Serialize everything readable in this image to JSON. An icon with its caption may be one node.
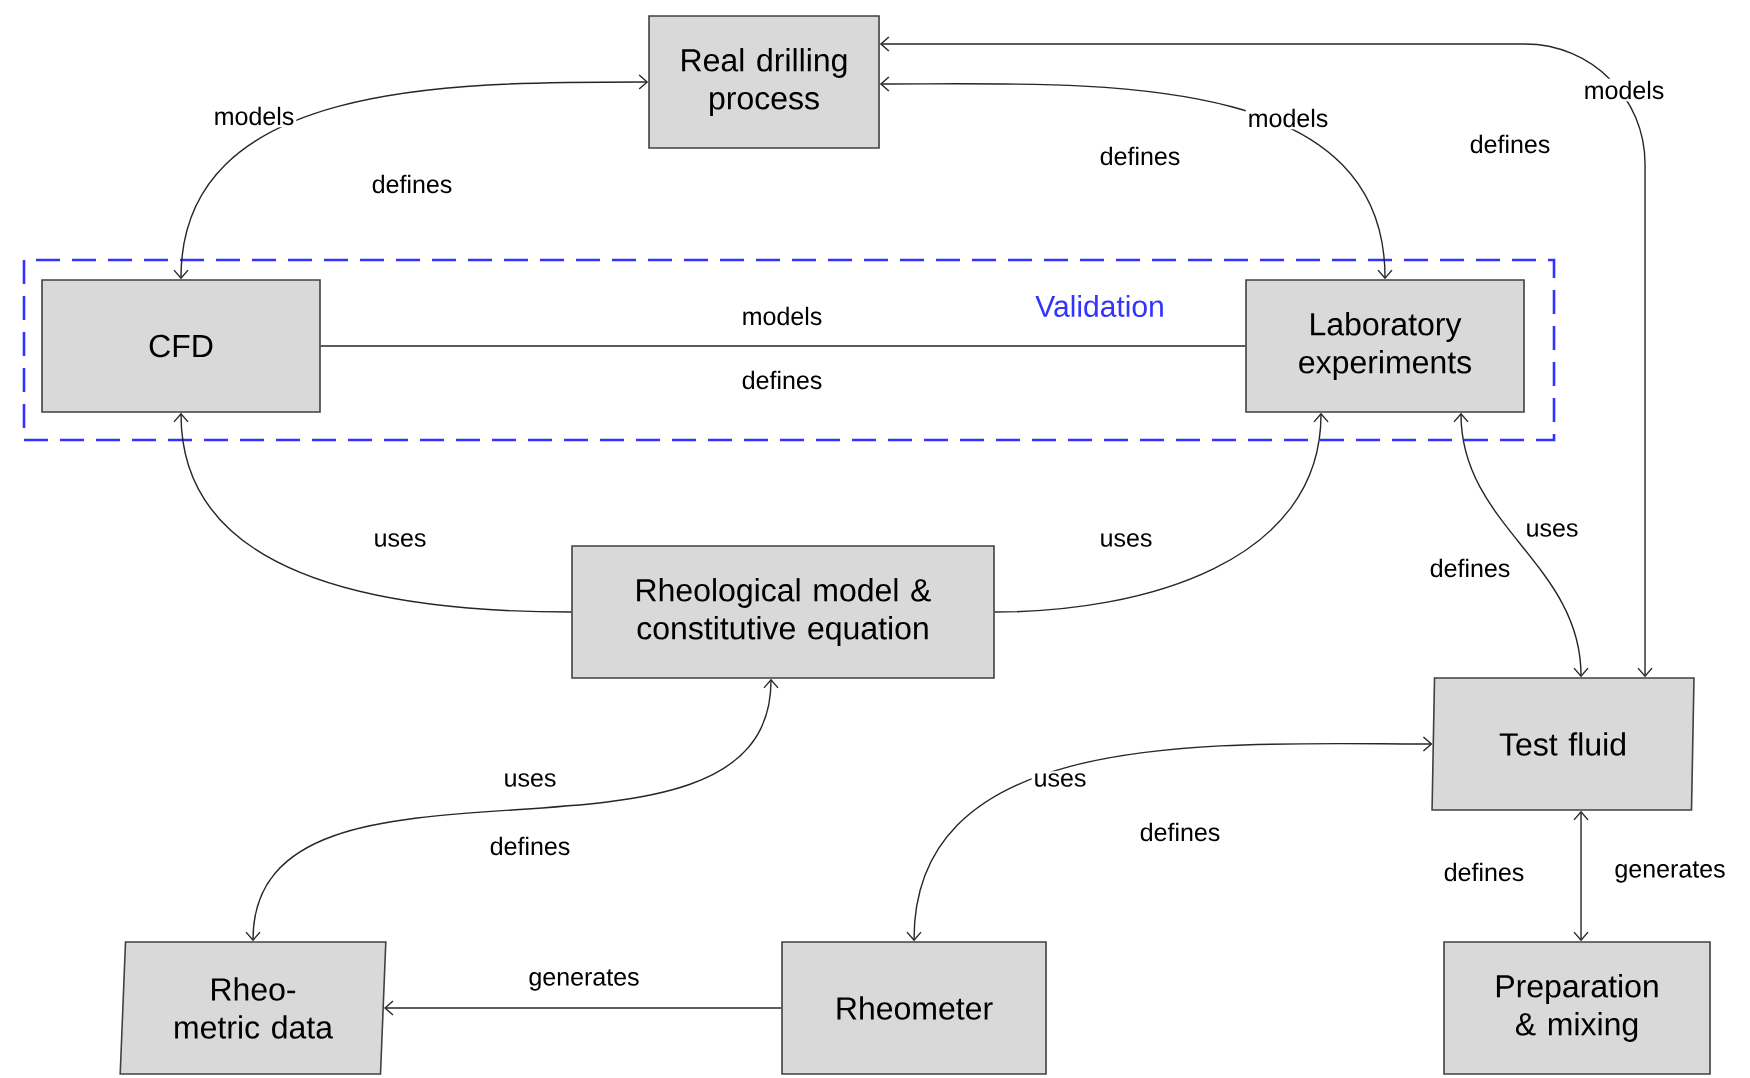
{
  "diagram": {
    "nodes": [
      {
        "text": [
          "Real drilling process"
        ]
      },
      {
        "text": [
          "Validation"
        ]
      },
      {
        "text": [
          "CFD"
        ],
        "in": 1
      },
      {
        "text": [
          "Laboratory experiments"
        ],
        "in": 1
      },
      {
        "text": [
          "Rheological model & constitutive equation"
        ]
      },
      {
        "text": [
          "Test fluid"
        ]
      },
      {
        "text": [
          "Rheo- metric data"
        ]
      },
      {
        "text": [
          "Rheometer"
        ]
      },
      {
        "text": [
          "Preparation & mixing"
        ]
      }
    ],
    "edges": [
      {
        "from": 0,
        "to": 2,
        "arrow": "both",
        "label": "models"
      },
      {
        "from": 0,
        "to": 3,
        "arrow": "both",
        "label": "models"
      },
      {
        "from": 0,
        "to": 5,
        "arrow": "both",
        "label": "models"
      },
      {
        "from": 2,
        "to": 3,
        "arrow": "none",
        "label": "models"
      },
      {
        "from": 4,
        "to": 2,
        "arrow": "to",
        "label": "uses"
      },
      {
        "from": 4,
        "to": 3,
        "arrow": "to",
        "label": "uses"
      },
      {
        "from": 3,
        "to": 5,
        "arrow": "both",
        "label": "uses"
      },
      {
        "from": 4,
        "to": 6,
        "arrow": "both",
        "label": "uses"
      },
      {
        "from": 7,
        "to": 6,
        "arrow": "to",
        "label": "generates"
      },
      {
        "from": 5,
        "to": 7,
        "arrow": "both",
        "label": "uses"
      },
      {
        "from": 5,
        "to": 8,
        "arrow": "both",
        "label": "generates"
      }
    ],
    "labels": [
      "defines",
      "defines",
      "defines",
      "defines",
      "defines",
      "defines",
      "defines",
      "defines"
    ]
  }
}
